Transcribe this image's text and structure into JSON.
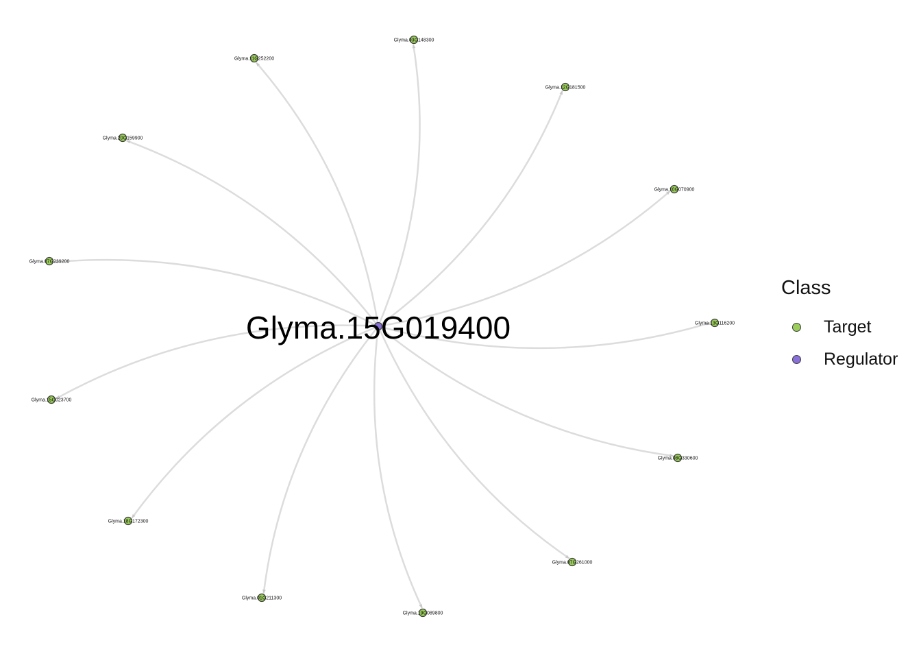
{
  "colors": {
    "target": "#9acd5a",
    "regulator": "#8870d8",
    "edge": "#dcdcdc"
  },
  "hub": {
    "id": "Glyma.15G019400",
    "class": "Regulator"
  },
  "targets": [
    {
      "id": "Glyma.03G148300"
    },
    {
      "id": "Glyma.12G181500"
    },
    {
      "id": "Glyma.10G070900"
    },
    {
      "id": "Glyma.13G116200"
    },
    {
      "id": "Glyma.08G330600"
    },
    {
      "id": "Glyma.07G261000"
    },
    {
      "id": "Glyma.19G089800"
    },
    {
      "id": "Glyma.01G211300"
    },
    {
      "id": "Glyma.18G172300"
    },
    {
      "id": "Glyma.15G023700"
    },
    {
      "id": "Glyma.07G239200"
    },
    {
      "id": "Glyma.20G159900"
    },
    {
      "id": "Glyma.11G252200"
    }
  ],
  "legend": {
    "title": "Class",
    "items": [
      {
        "label": "Target",
        "class": "target"
      },
      {
        "label": "Regulator",
        "class": "regulator"
      }
    ]
  }
}
